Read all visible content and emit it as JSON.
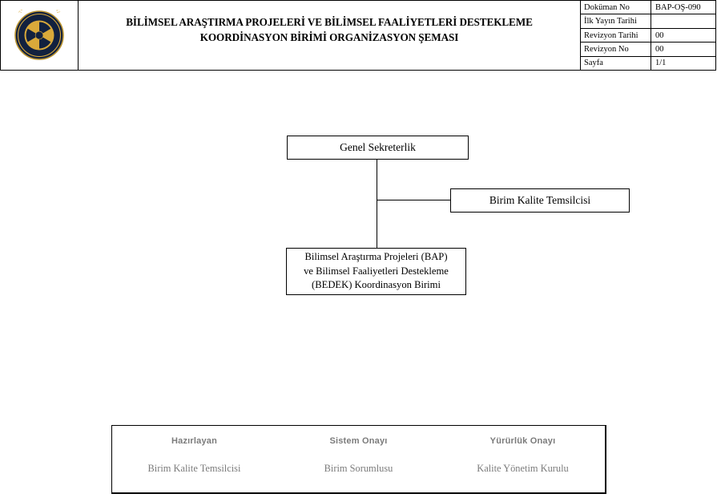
{
  "header": {
    "logo": {
      "icon": "university-seal-icon",
      "institution": "TOROS ÜNİVERSİTESİ",
      "year": "2009"
    },
    "title_line1": "BİLİMSEL ARAŞTIRMA PROJELERİ VE BİLİMSEL FAALİYETLERİ DESTEKLEME",
    "title_line2": "KOORDİNASYON BİRİMİ ORGANİZASYON ŞEMASI",
    "meta_rows": [
      {
        "key": "Doküman No",
        "value": "BAP-OŞ-090"
      },
      {
        "key": "İlk Yayın Tarihi",
        "value": ""
      },
      {
        "key": "Revizyon Tarihi",
        "value": "00"
      },
      {
        "key": "Revizyon No",
        "value": "00"
      },
      {
        "key": "Sayfa",
        "value": "1/1"
      }
    ]
  },
  "org_chart": {
    "nodes": [
      {
        "id": "genel",
        "label": "Genel Sekreterlik"
      },
      {
        "id": "bkt",
        "label": "Birim Kalite Temsilcisi"
      },
      {
        "id": "bap",
        "label_line1": "Bilimsel Araştırma Projeleri (BAP)",
        "label_line2": "ve Bilimsel Faaliyetleri Destekleme",
        "label_line3": "(BEDEK) Koordinasyon Birimi"
      }
    ]
  },
  "signature_block": {
    "columns": [
      {
        "title": "Hazırlayan",
        "name": "Birim Kalite Temsilcisi"
      },
      {
        "title": "Sistem Onayı",
        "name": "Birim Sorumlusu"
      },
      {
        "title": "Yürürlük Onayı",
        "name": "Kalite Yönetim Kurulu"
      }
    ]
  },
  "colors": {
    "seal_navy": "#12213f",
    "seal_gold": "#d9a93a",
    "signature_text": "#7b7b7b",
    "border": "#000000"
  }
}
